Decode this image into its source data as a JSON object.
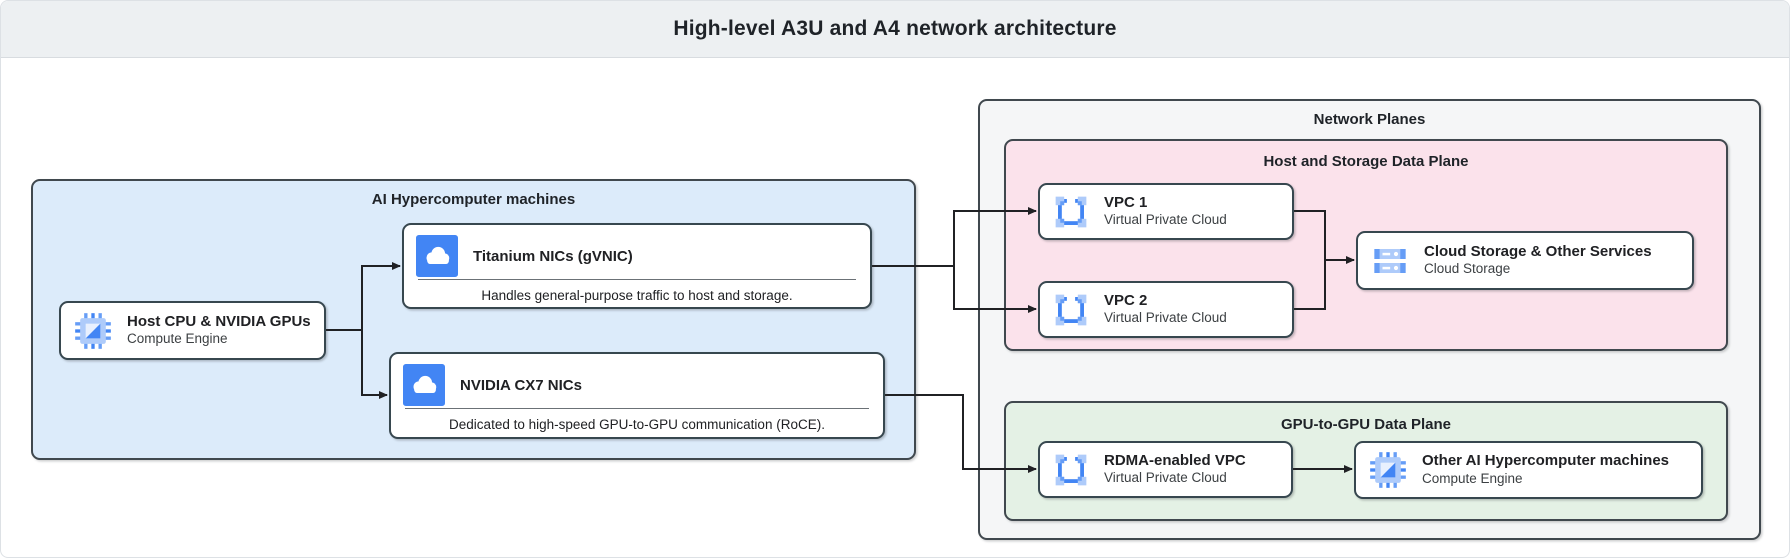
{
  "header": {
    "title": "High-level A3U and A4 network architecture"
  },
  "diagram": {
    "groups": {
      "ai_machines": {
        "label": "AI Hypercomputer machines"
      },
      "network_planes": {
        "label": "Network Planes"
      },
      "host_storage_plane": {
        "label": "Host and Storage Data Plane"
      },
      "gpu_plane": {
        "label": "GPU-to-GPU Data Plane"
      }
    },
    "nodes": {
      "host_cpu": {
        "title": "Host CPU & NVIDIA GPUs",
        "subtitle": "Compute Engine",
        "icon": "compute-engine-icon"
      },
      "titanium": {
        "title": "Titanium NICs (gVNIC)",
        "caption": "Handles general-purpose traffic to host and storage.",
        "icon": "cloud-icon"
      },
      "cx7": {
        "title": "NVIDIA CX7 NICs",
        "caption": "Dedicated to high-speed GPU-to-GPU communication (RoCE).",
        "icon": "cloud-icon"
      },
      "vpc1": {
        "title": "VPC 1",
        "subtitle": "Virtual Private Cloud",
        "icon": "vpc-icon"
      },
      "vpc2": {
        "title": "VPC 2",
        "subtitle": "Virtual Private Cloud",
        "icon": "vpc-icon"
      },
      "storage": {
        "title": "Cloud Storage & Other Services",
        "subtitle": "Cloud Storage",
        "icon": "cloud-storage-icon"
      },
      "rdma_vpc": {
        "title": "RDMA-enabled VPC",
        "subtitle": "Virtual Private Cloud",
        "icon": "vpc-icon"
      },
      "other_machines": {
        "title": "Other AI Hypercomputer machines",
        "subtitle": "Compute Engine",
        "icon": "compute-engine-icon"
      }
    },
    "colors": {
      "header_bg": "#edf0f2",
      "group_blue": "#dcebfa",
      "group_gray": "#f5f6f7",
      "group_pink": "#fbe2eb",
      "group_green": "#e4f1e5",
      "border_dark": "#37474f",
      "icon_blue": "#4285f4",
      "icon_blue_light": "#aecbfa",
      "icon_blue_mid": "#669df6",
      "edge": "#202124"
    }
  }
}
